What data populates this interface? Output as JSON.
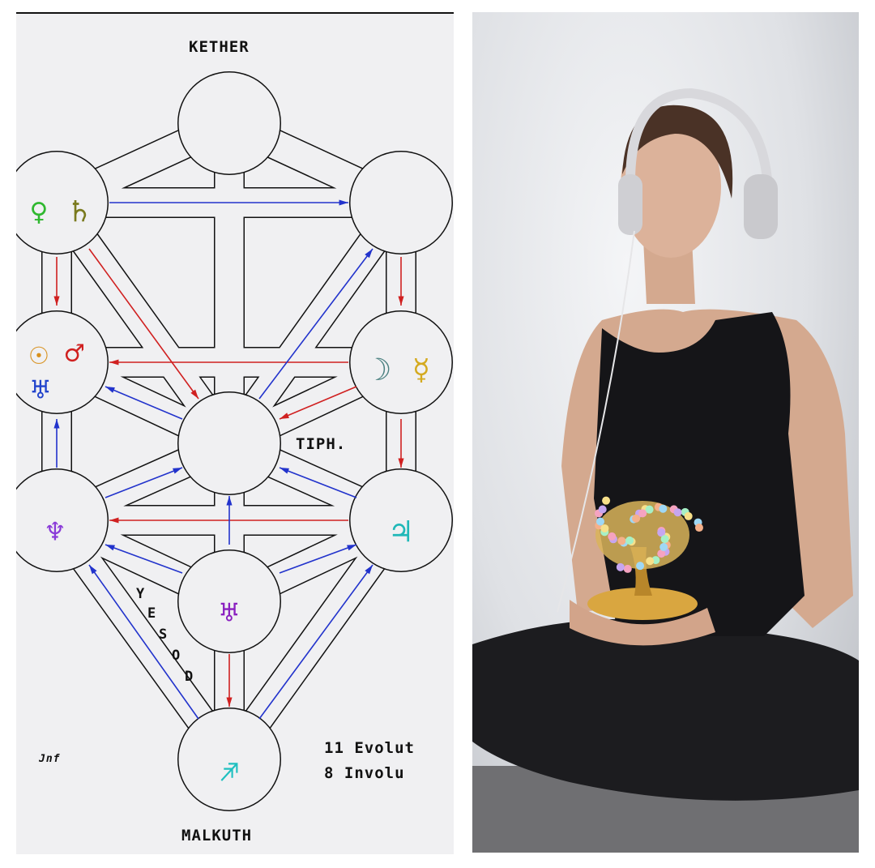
{
  "diagram": {
    "labels": {
      "top": "KETHER",
      "bottom": "MALKUTH",
      "center": "TIPH.",
      "yesod": [
        "Y",
        "E",
        "S",
        "O",
        "D"
      ],
      "signature": "Jnf"
    },
    "legend": [
      "11 Evolut",
      "8 Involu"
    ],
    "symbols": [
      {
        "glyph": "♀",
        "color": "#2fb82f"
      },
      {
        "glyph": "♄",
        "color": "#7a7a1e"
      },
      {
        "glyph": "☉",
        "color": "#d8901c"
      },
      {
        "glyph": "♂",
        "color": "#d02020"
      },
      {
        "glyph": "♅",
        "color": "#2244cc"
      },
      {
        "glyph": "☽",
        "color": "#4a8080"
      },
      {
        "glyph": "☿",
        "color": "#d4aa20"
      },
      {
        "glyph": "♆",
        "color": "#8a3ad8"
      },
      {
        "glyph": "♃",
        "color": "#20b8b8"
      },
      {
        "glyph": "♅",
        "color": "#8a20c0"
      },
      {
        "glyph": "♐",
        "color": "#20c0c0"
      }
    ],
    "colors": {
      "evolution": "#2233cc",
      "involution": "#d02020"
    }
  },
  "photo": {
    "subject": "woman-meditating-with-headphones-holding-bonsai-tree"
  }
}
